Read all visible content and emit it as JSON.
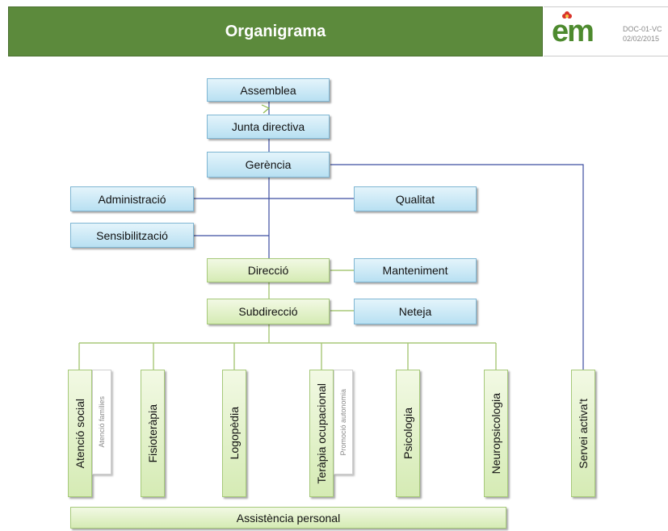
{
  "header": {
    "title": "Organigrama",
    "logo_text": "em",
    "doc_code": "DOC-01-VC",
    "doc_date": "02/02/2015"
  },
  "nodes": {
    "assemblea": "Assemblea",
    "junta_directiva": "Junta directiva",
    "gerencia": "Gerència",
    "administracio": "Administració",
    "qualitat": "Qualitat",
    "sensibilitzacio": "Sensibilització",
    "direccio": "Direcció",
    "manteniment": "Manteniment",
    "subdireccio": "Subdirecció",
    "neteja": "Neteja",
    "atencio_social": "Atenció social",
    "atencio_families": "Atenció famílies",
    "fisioterapia": "Fisioteràpia",
    "logopedia": "Logopèdia",
    "terapia_ocupacional": "Teràpia ocupacional",
    "promocio_autonomia": "Promoció autonomia",
    "psicologia": "Psicologia",
    "neuropsicologia": "Neuropsicologia",
    "servei_activa": "Servei activa't",
    "assistencia_personal": "Assistència personal"
  },
  "colors": {
    "header_green": "#5c8a3c",
    "blue_box": "#c8e8f6",
    "green_box": "#e2f1cc",
    "blue_line": "#3c4ea0",
    "green_line": "#a8c878"
  }
}
